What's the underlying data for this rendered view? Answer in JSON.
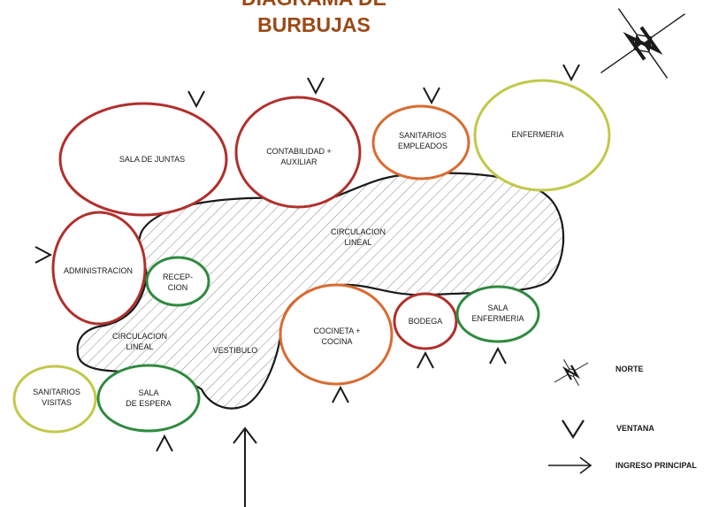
{
  "title": {
    "line1": "DIAGRAMA DE",
    "line2": "BURBUJAS"
  },
  "colors": {
    "title": "#9a4a17",
    "red": "#b0302c",
    "orange": "#d96b32",
    "yellow": "#c2c84a",
    "green": "#2f8a3e",
    "outline": "#1a1a1a"
  },
  "bubbles": {
    "sala_juntas": "SALA DE JUNTAS",
    "contabilidad": [
      "CONTABILIDAD +",
      "AUXILIAR"
    ],
    "sanitarios_empleados": [
      "SANITARIOS",
      "EMPLEADOS"
    ],
    "enfermeria": "ENFERMERIA",
    "administracion": "ADMINISTRACION",
    "recepcion": [
      "RECEP-",
      "CION"
    ],
    "cocineta": [
      "COCINETA +",
      "COCINA"
    ],
    "bodega": "BODEGA",
    "sala_enfermeria": [
      "SALA",
      "ENFERMERIA"
    ],
    "sanitarios_visitas": [
      "SANITARIOS",
      "VISITAS"
    ],
    "sala_espera": [
      "SALA",
      "DE ESPERA"
    ]
  },
  "zones": {
    "circulacion_top": [
      "CIRCULACION",
      "LINEAL"
    ],
    "circulacion_bottom": [
      "CIRCULACION",
      "LINEAL"
    ],
    "vestibulo": "VESTIBULO"
  },
  "legend": {
    "norte": "NORTE",
    "ventana": "VENTANA",
    "ingreso": "INGRESO PRINCIPAL"
  }
}
